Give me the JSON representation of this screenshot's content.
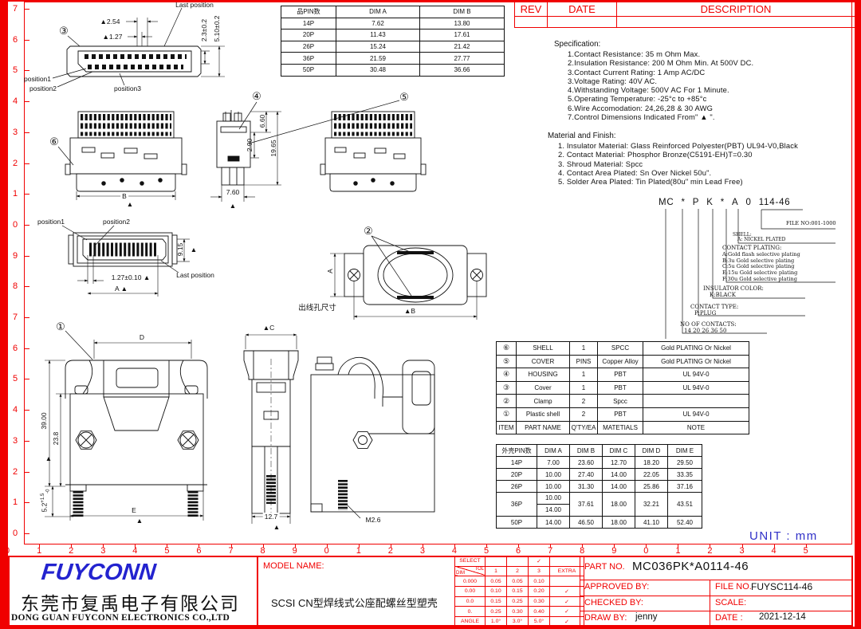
{
  "frame": {
    "unit_label": "UNIT : mm"
  },
  "rulers": {
    "left": [
      "7",
      "6",
      "5",
      "4",
      "3",
      "2",
      "1",
      "0",
      "9",
      "8",
      "7",
      "6",
      "5",
      "4",
      "3",
      "2",
      "1",
      "0"
    ],
    "bottom": [
      "0",
      "1",
      "2",
      "3",
      "4",
      "5",
      "6",
      "7",
      "8",
      "9",
      "0",
      "1",
      "2",
      "3",
      "4",
      "5",
      "6",
      "7",
      "8",
      "9",
      "0",
      "1",
      "2",
      "3",
      "4",
      "5"
    ]
  },
  "rev_table": {
    "rev": "REV",
    "date": "DATE",
    "description": "DESCRIPTION"
  },
  "pin_table": {
    "headers": [
      "品PIN数",
      "DIM A",
      "DIM B"
    ],
    "rows": [
      [
        "14P",
        "7.62",
        "13.80"
      ],
      [
        "20P",
        "11.43",
        "17.61"
      ],
      [
        "26P",
        "15.24",
        "21.42"
      ],
      [
        "36P",
        "21.59",
        "27.77"
      ],
      [
        "50P",
        "30.48",
        "36.66"
      ]
    ]
  },
  "specification": {
    "title": "Specification:",
    "items": [
      "1.Contact Resistance: 35 m Ohm Max.",
      "2.Insulation Resistance: 200 M Ohm Min. At 500V DC.",
      "3.Contact Current Rating: 1 Amp AC/DC",
      "3.Voltage Rating: 40V AC.",
      "4.Withstanding Voltage: 500V AC For 1 Minute.",
      "5.Operating Temperature: -25°c to +85°c",
      "6.Wire Accomodation: 24,26,28 & 30 AWG",
      "7.Control Dimensions Indicated From\" ▲ \"."
    ]
  },
  "material": {
    "title": "Material and Finish:",
    "items": [
      "1. Insulator Material: Glass Reinforced Polyester(PBT) UL94-V0,Black",
      "2. Contact Material: Phosphor Bronze(C5191-EH)T=0.30",
      "3. Shroud Material: Spcc",
      "4. Contact Area Plated: Sn Over Nickel 50u\".",
      "5. Solder Area Plated: Tin Plated(80u\" min Lead Free)"
    ]
  },
  "ordering": {
    "code_parts": [
      "MC",
      "*",
      "P",
      "K",
      "*",
      "A",
      "0",
      "114-46"
    ],
    "file_no": "FILE NO:001-1000",
    "shell_title": "SHELL:",
    "shell_value": "A: NICKEL PLATED",
    "plating_title": "CONTACT PLATING:",
    "plating_items": [
      "A:Gold flash selective plating",
      "B:3u Gold selective plating",
      "C:5u Gold selective plating",
      "E:15u Gold selective plating",
      "F:30u Gold selective plating"
    ],
    "insulator_title": "INSULATOR COLOR:",
    "insulator_value": "K:BLACK",
    "contact_type_title": "CONTACT TYPE:",
    "contact_type_value": "P:PLUG",
    "contacts_title": "NO OF CONTACTS:",
    "contacts_value": "14 20 26 36 50"
  },
  "parts_table": {
    "rows": [
      [
        "⑥",
        "SHELL",
        "1",
        "SPCC",
        "Gold PLATING Or Nickel"
      ],
      [
        "⑤",
        "COVER",
        "PINS",
        "Copper Alloy",
        "Gold PLATING Or Nickel"
      ],
      [
        "④",
        "HOUSING",
        "1",
        "PBT",
        "UL 94V-0"
      ],
      [
        "③",
        "Cover",
        "1",
        "PBT",
        "UL 94V-0"
      ],
      [
        "②",
        "Clamp",
        "2",
        "Spcc",
        ""
      ],
      [
        "①",
        "Plastic shell",
        "2",
        "PBT",
        "UL 94V-0"
      ],
      [
        "ITEM",
        "PART NAME",
        "Q'TY/EA",
        "MATETIALS",
        "NOTE"
      ]
    ]
  },
  "dim_table": {
    "headers": [
      "外壳PIN数",
      "DIM A",
      "DIM B",
      "DIM C",
      "DIM D",
      "DIM E"
    ],
    "rows": [
      [
        "14P",
        "7.00",
        "23.60",
        "12.70",
        "18.20",
        "29.50"
      ],
      [
        "20P",
        "10.00",
        "27.40",
        "14.00",
        "22.05",
        "33.35"
      ],
      [
        "26P",
        "10.00",
        "31.30",
        "14.00",
        "25.86",
        "37.16"
      ],
      [
        "36P",
        "10.00",
        "14.00",
        "37.61",
        "18.00",
        "32.21",
        "43.51"
      ],
      [
        "50P",
        "14.00",
        "46.50",
        "18.00",
        "41.10",
        "52.40"
      ]
    ]
  },
  "views": {
    "v1": {
      "badge": "③",
      "last_position": "Last position",
      "dim_254": "▲2.54",
      "dim_127": "▲1.27",
      "dim_23": "2.3±0.2",
      "dim_510": "5.10±0.2",
      "pos1": "position1",
      "pos2": "position2",
      "pos3": "position3"
    },
    "v2": {
      "badge": "⑥",
      "dim_b": "B",
      "tri": "▲"
    },
    "v3": {
      "badge4": "④",
      "badge5": "⑤",
      "dim_660": "6.60",
      "dim_290": "2.90",
      "dim_1965": "19.65",
      "dim_760": "7.60",
      "tri": "▲"
    },
    "v5": {
      "pos1": "position1",
      "pos2": "position2",
      "dim_915": "9.15",
      "tri": "▲",
      "dim_127": "1.27±0.10 ▲",
      "dim_a": "A ▲",
      "last_position": "Last position"
    },
    "v6": {
      "badge": "②",
      "dim_a": "A",
      "dim_b": "▲B",
      "note": "出线孔尺寸"
    },
    "v7": {
      "badge": "①",
      "dim_d": "D",
      "dim_39": "39.00",
      "dim_238": "23.8",
      "tri": "▲",
      "dim_52": "5.2",
      "dim_52_sup": "+1.5",
      "dim_52_sub": "-0",
      "dim_e": "E",
      "tri2": "▲"
    },
    "v8": {
      "dim_c": "▲C",
      "dim_127": "12.7",
      "tri": "▲"
    },
    "v9": {
      "dim_m26": "M2.6"
    }
  },
  "title_block": {
    "logo": "FUYCONN",
    "company_cn": "东莞市复禹电子有限公司",
    "company_en": "DONG GUAN FUYCONN ELECTRONICS CO.,LTD",
    "model_name_label": "MODEL NAME:",
    "model_name_value": "SCSI CN型焊线式公座配螺丝型塑壳",
    "part_no_label": "PART NO.",
    "part_no_value": "MC036PK*A0114-46",
    "approved_label": "APPROVED BY:",
    "checked_label": "CHECKED BY:",
    "draw_label": "DRAW BY:",
    "draw_value": "jenny",
    "file_no_label": "FILE NO.",
    "file_no_value": "FUYSC114-46",
    "scale_label": "SCALE:",
    "date_label": "DATE :",
    "date_value": "2021-12-14",
    "tol_table": {
      "select_label": "SELECT",
      "dim_label": "DIM",
      "tol_label": "TOL",
      "cols": [
        "1",
        "2",
        "3"
      ],
      "extra_label": "EXTRA",
      "select_check": "✓",
      "rows": [
        [
          "0.000",
          "0.05",
          "0.05",
          "0.10",
          ""
        ],
        [
          "0.00",
          "0.10",
          "0.15",
          "0.20",
          "✓"
        ],
        [
          "0.0",
          "0.15",
          "0.25",
          "0.30",
          "✓"
        ],
        [
          "0.",
          "0.25",
          "0.30",
          "0.40",
          "✓"
        ],
        [
          "ANGLE",
          "1.0°",
          "3.0°",
          "5.0°",
          "✓"
        ]
      ]
    }
  }
}
